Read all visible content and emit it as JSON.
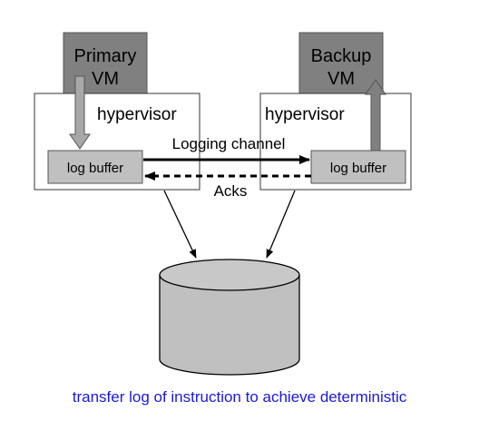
{
  "primary_vm": {
    "line1": "Primary",
    "line2": "VM"
  },
  "backup_vm": {
    "line1": "Backup",
    "line2": "VM"
  },
  "left_hypervisor": {
    "label": "hypervisor"
  },
  "right_hypervisor": {
    "label": "hypervisor"
  },
  "left_log_buffer": {
    "label": "log buffer"
  },
  "right_log_buffer": {
    "label": "log buffer"
  },
  "logging_channel": {
    "label": "Logging channel"
  },
  "acks": {
    "label": "Acks"
  },
  "caption": {
    "text": "transfer log of instruction to achieve deterministic"
  },
  "colors": {
    "vm_fill": "#808080",
    "buffer_fill": "#c0c0c0",
    "disk_fill": "#c0c0c0",
    "caption": "#1a1ad6"
  }
}
